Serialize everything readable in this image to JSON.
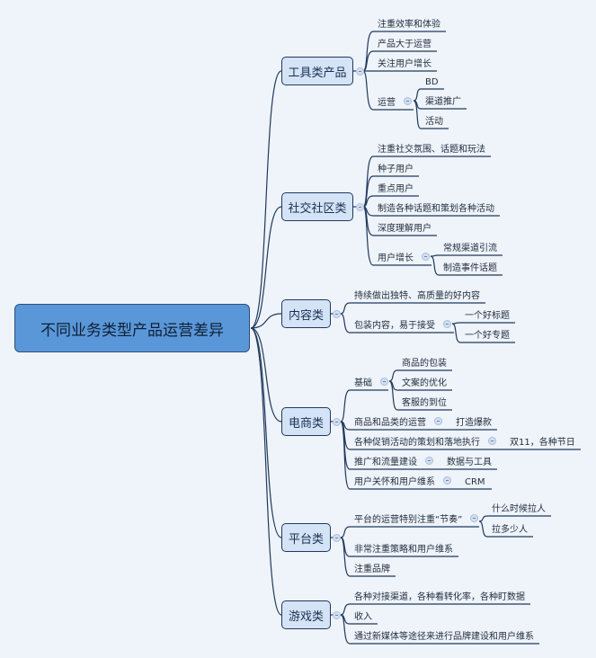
{
  "root": "不同业务类型产品运营差异",
  "categories": {
    "tool": {
      "label": "工具类产品",
      "items": [
        "注重效率和体验",
        "产品大于运营",
        "关注用户增长",
        "运营"
      ],
      "sub": [
        "BD",
        "渠道推广",
        "活动"
      ]
    },
    "social": {
      "label": "社交社区类",
      "items": [
        "注重社交氛围、话题和玩法",
        "种子用户",
        "重点用户",
        "制造各种话题和策划各种活动",
        "深度理解用户",
        "用户增长"
      ],
      "sub": [
        "常规渠道引流",
        "制造事件话题"
      ]
    },
    "content": {
      "label": "内容类",
      "items": [
        "持续做出独特、高质量的好内容",
        "包装内容，易于接受"
      ],
      "sub": [
        "一个好标题",
        "一个好专题"
      ]
    },
    "ecom": {
      "label": "电商类",
      "items": [
        "基础",
        "商品和品类的运营",
        "各种促销活动的策划和落地执行",
        "推广和流量建设",
        "用户关怀和用户维系"
      ],
      "sub": [
        "商品的包装",
        "文案的优化",
        "客服的到位"
      ],
      "children": [
        "打造爆款",
        "双11，各种节日",
        "数据与工具",
        "CRM"
      ]
    },
    "platform": {
      "label": "平台类",
      "items": [
        "平台的运营特别注重“节奏”",
        "非常注重策略和用户维系",
        "注重品牌"
      ],
      "sub": [
        "什么时候拉人",
        "拉多少人"
      ]
    },
    "game": {
      "label": "游戏类",
      "items": [
        "各种对接渠道，各种看转化率，各种盯数据",
        "收入",
        "通过新媒体等途径来进行品牌建设和用户维系"
      ]
    }
  },
  "colors": {
    "line": "#1f3a5c",
    "root": "#5a97d8",
    "category": "#d5e3f7",
    "background": "#eff3fa"
  }
}
